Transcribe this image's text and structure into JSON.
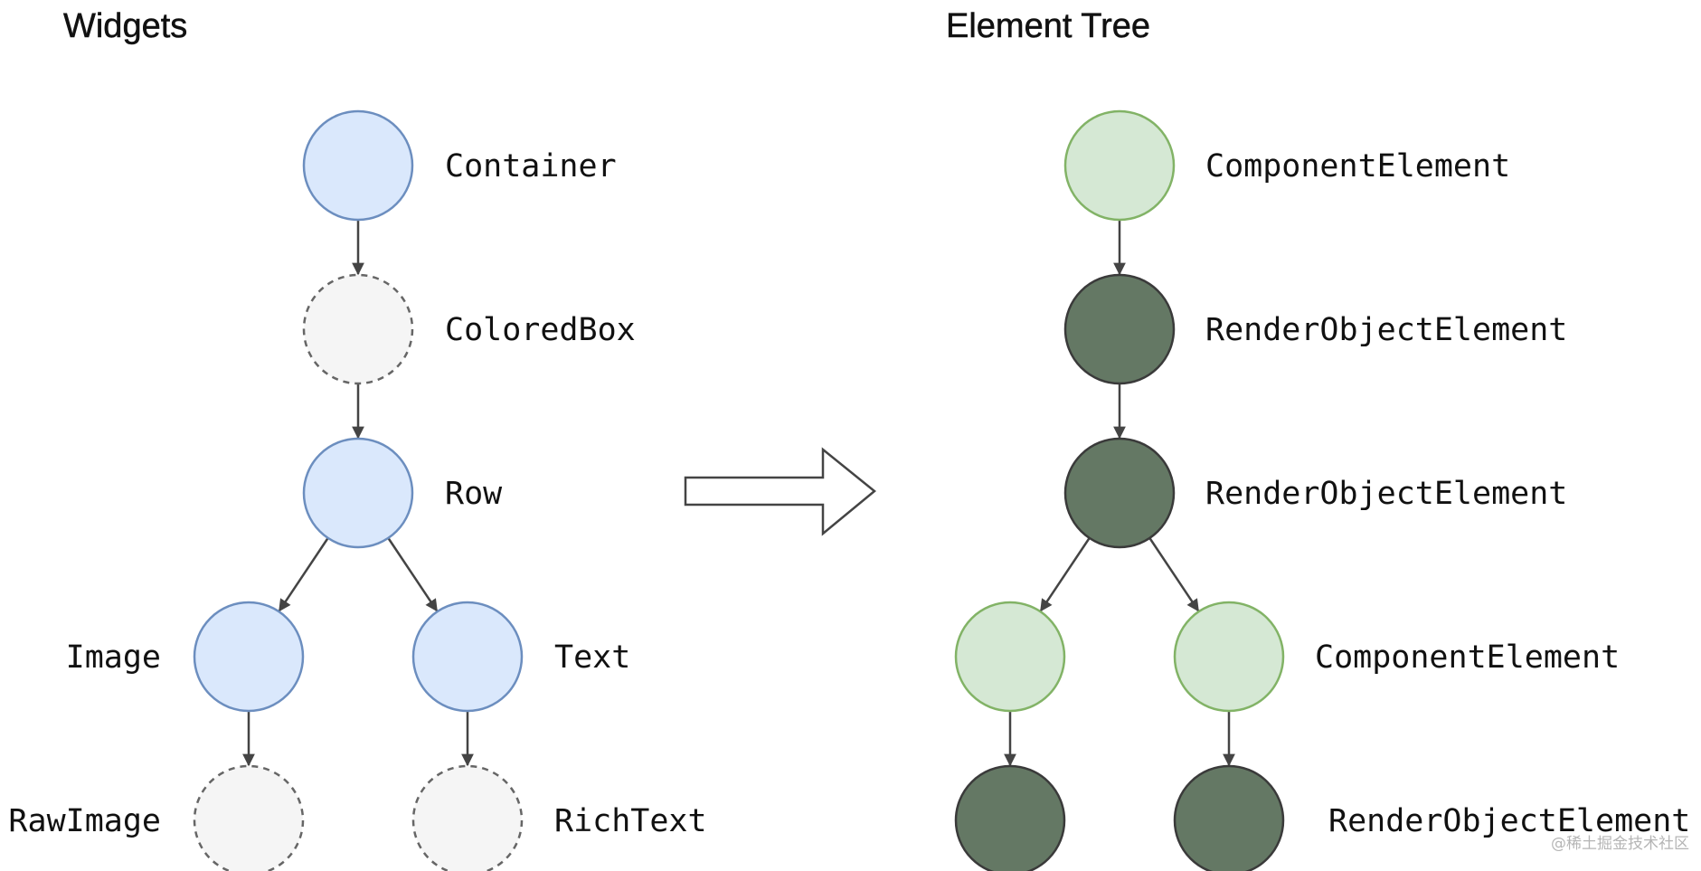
{
  "widgets_tree": {
    "title": "Widgets",
    "nodes": [
      {
        "id": "container",
        "label": "Container",
        "kind": "widget"
      },
      {
        "id": "coloredbox",
        "label": "ColoredBox",
        "kind": "implicit"
      },
      {
        "id": "row",
        "label": "Row",
        "kind": "widget"
      },
      {
        "id": "image",
        "label": "Image",
        "kind": "widget"
      },
      {
        "id": "text",
        "label": "Text",
        "kind": "widget"
      },
      {
        "id": "rawimage",
        "label": "RawImage",
        "kind": "implicit"
      },
      {
        "id": "richtext",
        "label": "RichText",
        "kind": "implicit"
      }
    ],
    "edges": [
      [
        "container",
        "coloredbox"
      ],
      [
        "coloredbox",
        "row"
      ],
      [
        "row",
        "image"
      ],
      [
        "row",
        "text"
      ],
      [
        "image",
        "rawimage"
      ],
      [
        "text",
        "richtext"
      ]
    ]
  },
  "element_tree": {
    "title": "Element Tree",
    "nodes": [
      {
        "id": "e1",
        "label": "ComponentElement",
        "kind": "component"
      },
      {
        "id": "e2",
        "label": "RenderObjectElement",
        "kind": "render"
      },
      {
        "id": "e3",
        "label": "RenderObjectElement",
        "kind": "render"
      },
      {
        "id": "e4",
        "label": "",
        "kind": "component"
      },
      {
        "id": "e5",
        "label": "ComponentElement",
        "kind": "component"
      },
      {
        "id": "e6",
        "label": "",
        "kind": "render"
      },
      {
        "id": "e7",
        "label": "RenderObjectElement",
        "kind": "render"
      }
    ],
    "edges": [
      [
        "e1",
        "e2"
      ],
      [
        "e2",
        "e3"
      ],
      [
        "e3",
        "e4"
      ],
      [
        "e3",
        "e5"
      ],
      [
        "e4",
        "e6"
      ],
      [
        "e5",
        "e7"
      ]
    ]
  },
  "node_styles": {
    "widget": {
      "fill": "#dae8fc",
      "stroke": "#6c8ebf",
      "dashed": false
    },
    "implicit": {
      "fill": "#f5f5f5",
      "stroke": "#666666",
      "dashed": true
    },
    "component": {
      "fill": "#d5e8d4",
      "stroke": "#82b366",
      "dashed": false
    },
    "render": {
      "fill": "#647864",
      "stroke": "#3a3a3a",
      "dashed": false
    }
  },
  "edge_color": "#444444",
  "transform_arrow": {
    "icon": "hollow-right-arrow-icon"
  },
  "watermark": "@稀土掘金技术社区"
}
